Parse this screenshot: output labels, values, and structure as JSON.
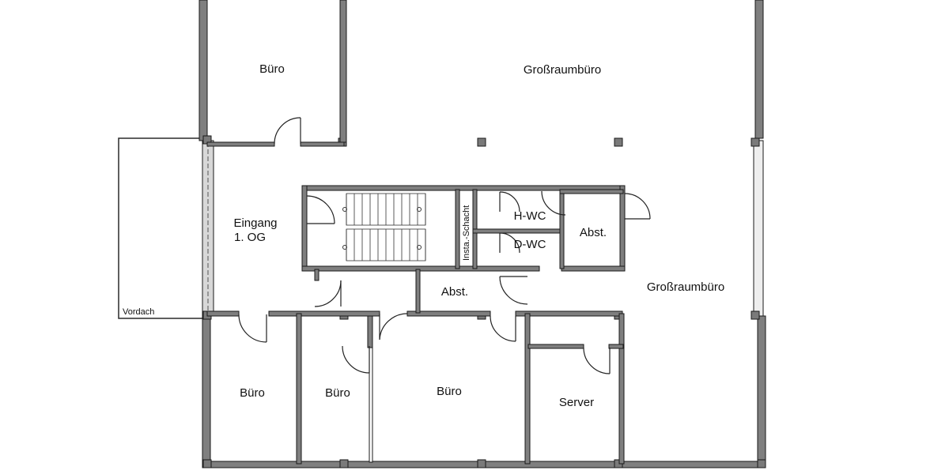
{
  "rooms": {
    "buero_top": "Büro",
    "grossraum_top": "Großraumbüro",
    "eingang_line1": "Eingang",
    "eingang_line2": "1. OG",
    "h_wc": "H-WC",
    "d_wc": "D-WC",
    "abst_right": "Abst.",
    "abst_center": "Abst.",
    "grossraum_right": "Großraumbüro",
    "buero_bottom_1": "Büro",
    "buero_bottom_2": "Büro",
    "buero_bottom_3": "Büro",
    "server": "Server",
    "insta_schacht": "Insta.-Schacht",
    "vordach": "Vordach"
  }
}
